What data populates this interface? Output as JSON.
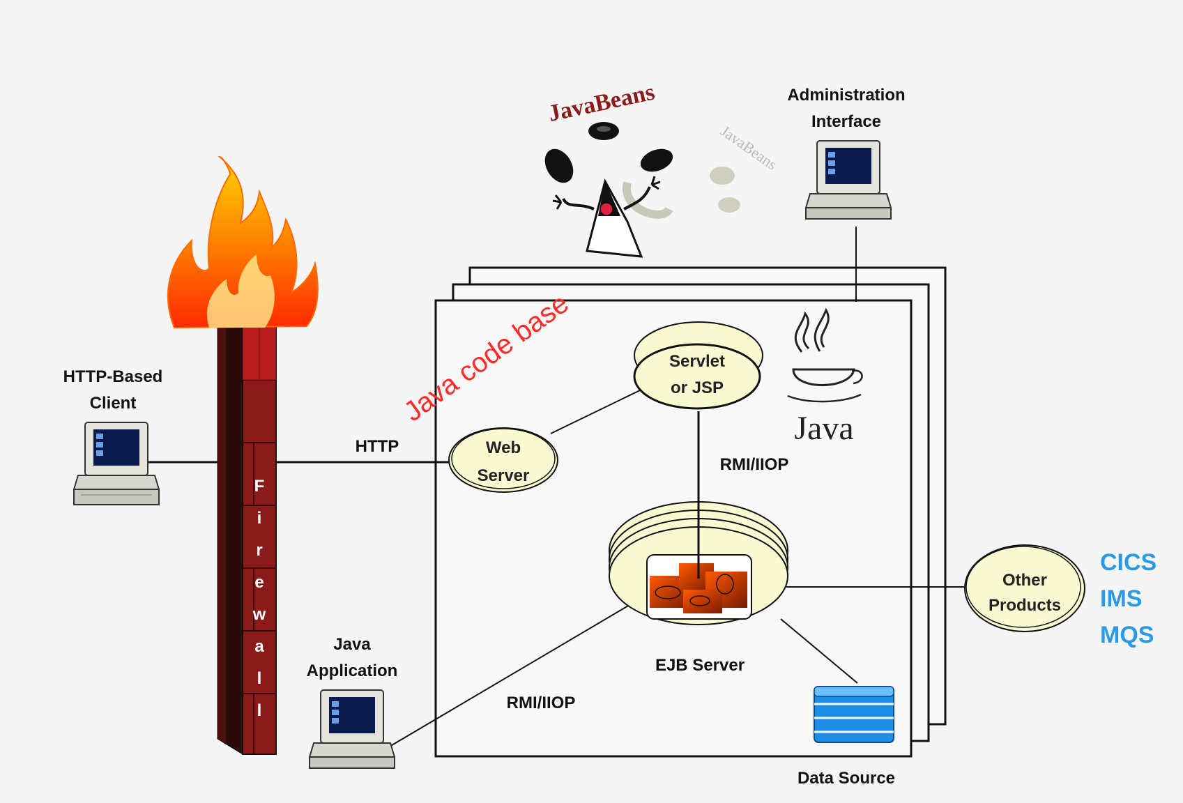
{
  "diagram": {
    "http_client_line1": "HTTP-Based",
    "http_client_line2": "Client",
    "http_label": "HTTP",
    "web_server_line1": "Web",
    "web_server_line2": "Server",
    "servlet_line1": "Servlet",
    "servlet_line2": "or JSP",
    "rmi_iiop_top": "RMI/IIOP",
    "rmi_iiop_bottom": "RMI/IIOP",
    "ejb_server": "EJB Server",
    "java_app_line1": "Java",
    "java_app_line2": "Application",
    "admin_line1": "Administration",
    "admin_line2": "Interface",
    "data_source": "Data Source",
    "other_line1": "Other",
    "other_line2": "Products",
    "side_products": [
      "CICS",
      "IMS",
      "MQS"
    ],
    "java_code_base": "Java code base",
    "javabeans_logo": "JavaBeans",
    "java_logo": "Java",
    "firewall_letters": [
      "F",
      "i",
      "r",
      "e",
      "w",
      "a",
      "l",
      "l"
    ]
  },
  "colors": {
    "ellipse_fill": "#fafad2",
    "firewall_red": "#8b1a1a",
    "side_blue": "#2a9be0",
    "code_red": "#ff2a2a",
    "database_blue": "#1e8fe6"
  }
}
